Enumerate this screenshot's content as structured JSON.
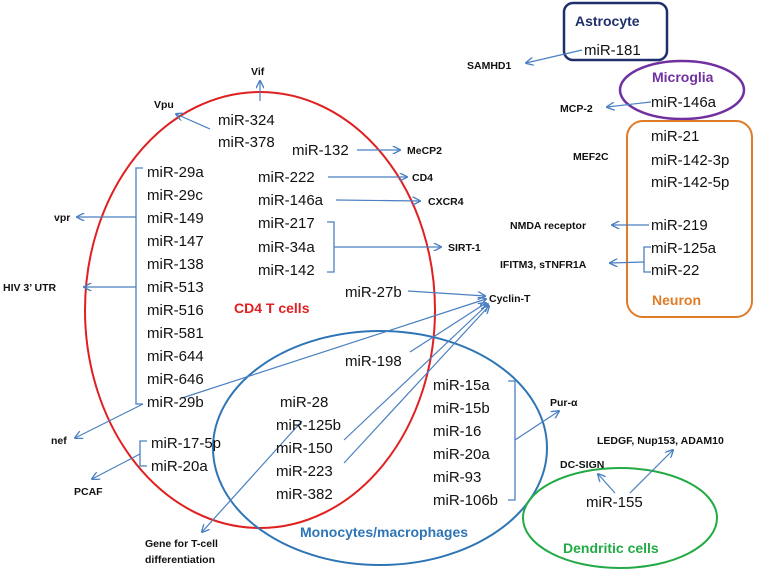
{
  "cells": {
    "astrocyte": {
      "title": "Astrocyte",
      "color": "#1f2f6b"
    },
    "microglia": {
      "title": "Microglia",
      "color": "#7030a0"
    },
    "neuron": {
      "title": "Neuron",
      "color": "#e07b28"
    },
    "cd4": {
      "title": "CD4 T cells",
      "color": "#e02020"
    },
    "mono": {
      "title": "Monocytes/macrophages",
      "color": "#2e75b6"
    },
    "dendritic": {
      "title": "Dendritic cells",
      "color": "#22aa44"
    }
  },
  "arrow_color": "#4a7fc1",
  "mirnas": {
    "astro_181": "miR-181",
    "micro_146a": "miR-146a",
    "neuron_21": "miR-21",
    "neuron_142_3p": "miR-142-3p",
    "neuron_142_5p": "miR-142-5p",
    "neuron_219": "miR-219",
    "neuron_125a": "miR-125a",
    "neuron_22": "miR-22",
    "cd4_324": "miR-324",
    "cd4_378": "miR-378",
    "cd4_132": "miR-132",
    "cd4_222": "miR-222",
    "cd4_146a": "miR-146a",
    "cd4_217": "miR-217",
    "cd4_34a": "miR-34a",
    "cd4_142": "miR-142",
    "cd4_27b": "miR-27b",
    "cd4_29a": "miR-29a",
    "cd4_29c": "miR-29c",
    "cd4_149": "miR-149",
    "cd4_147": "miR-147",
    "cd4_138": "miR-138",
    "cd4_513": "miR-513",
    "cd4_516": "miR-516",
    "cd4_581": "miR-581",
    "cd4_644": "miR-644",
    "cd4_646": "miR-646",
    "cd4_29b": "miR-29b",
    "cd4_17_5p": "miR-17-5p",
    "cd4_20a": "miR-20a",
    "mono_198": "miR-198",
    "mono_28": "miR-28",
    "mono_125b": "miR-125b",
    "mono_150": "miR-150",
    "mono_223": "miR-223",
    "mono_382": "miR-382",
    "mono_15a": "miR-15a",
    "mono_15b": "miR-15b",
    "mono_16": "miR-16",
    "mono_20a": "miR-20a",
    "mono_93": "miR-93",
    "mono_106b": "miR-106b",
    "dc_155": "miR-155"
  },
  "targets": {
    "samhd1": "SAMHD1",
    "mcp2": "MCP-2",
    "mef2c": "MEF2C",
    "nmda": "NMDA receptor",
    "ifitm3": "IFITM3, sTNFR1A",
    "vif": "Vif",
    "vpu": "Vpu",
    "mecp2": "MeCP2",
    "cd4": "CD4",
    "cxcr4": "CXCR4",
    "sirt1": "SIRT-1",
    "cyclin_t": "Cyclin-T",
    "vpr": "vpr",
    "hiv_utr": "HIV 3’ UTR",
    "nef": "nef",
    "pcaf": "PCAF",
    "pur_alpha": "Pur-α",
    "ledgf": "LEDGF, Nup153, ADAM10",
    "dc_sign": "DC-SIGN",
    "tcell_gene_1": "Gene for T-cell",
    "tcell_gene_2": "differentiation"
  }
}
